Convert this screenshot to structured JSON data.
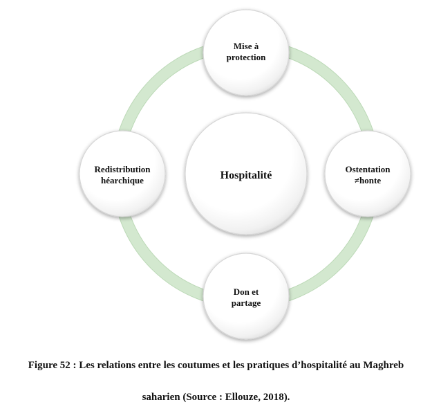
{
  "diagram": {
    "center": {
      "label": "Hospitalité"
    },
    "nodes": {
      "top": {
        "line1": "Mise à",
        "line2": "protection"
      },
      "right": {
        "line1": "Ostentation",
        "line2": "≠honte"
      },
      "bottom": {
        "line1": "Don et",
        "line2": "partage"
      },
      "left": {
        "line1": "Redistribution",
        "line2": "héarchique"
      }
    },
    "colors": {
      "ring": "#cfe5cb",
      "ring_edge": "#b8d6b3",
      "bubble_fill": "#ffffff",
      "bubble_shadow": "#cfcfcf"
    }
  },
  "caption": {
    "line1": "Figure 52 : Les relations entre les coutumes et les pratiques d’hospitalité au Maghreb",
    "line2": "saharien (Source : Ellouze, 2018)."
  }
}
